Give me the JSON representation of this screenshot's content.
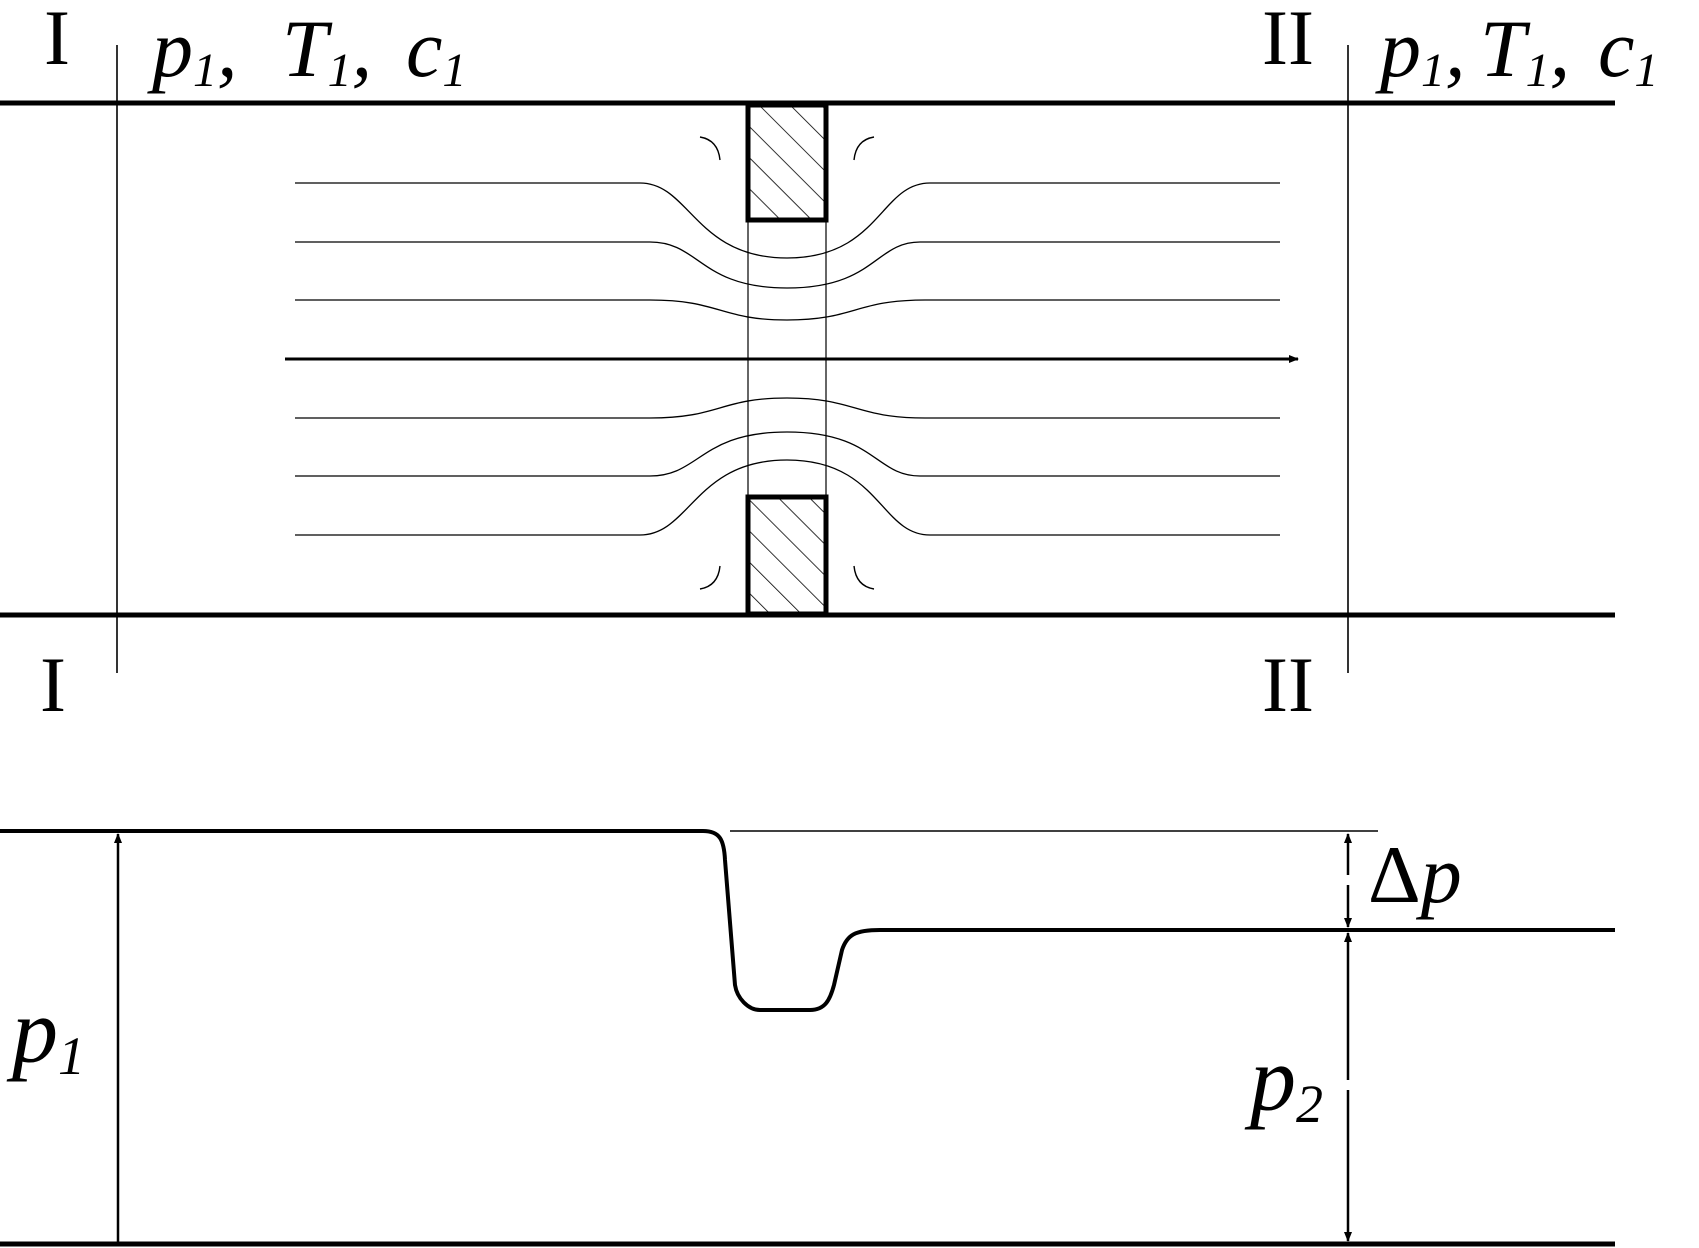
{
  "section_left": {
    "top_label": "I",
    "bottom_label": "I"
  },
  "section_right": {
    "top_label": "II",
    "bottom_label": "II"
  },
  "state_left": {
    "p": "p",
    "p_sub": "1",
    "T": "T",
    "T_sub": "1",
    "c": "c",
    "c_sub": "1",
    "sep": ","
  },
  "state_right": {
    "p": "p",
    "p_sub": "1",
    "T": "T",
    "T_sub": "1",
    "c": "c",
    "c_sub": "1",
    "sep": ","
  },
  "pressure": {
    "p1": "p",
    "p1_sub": "1",
    "p2": "p",
    "p2_sub": "2",
    "delta_symbol": "Δ",
    "delta_p": "p"
  },
  "colors": {
    "ink": "#000000",
    "background": "#ffffff"
  }
}
